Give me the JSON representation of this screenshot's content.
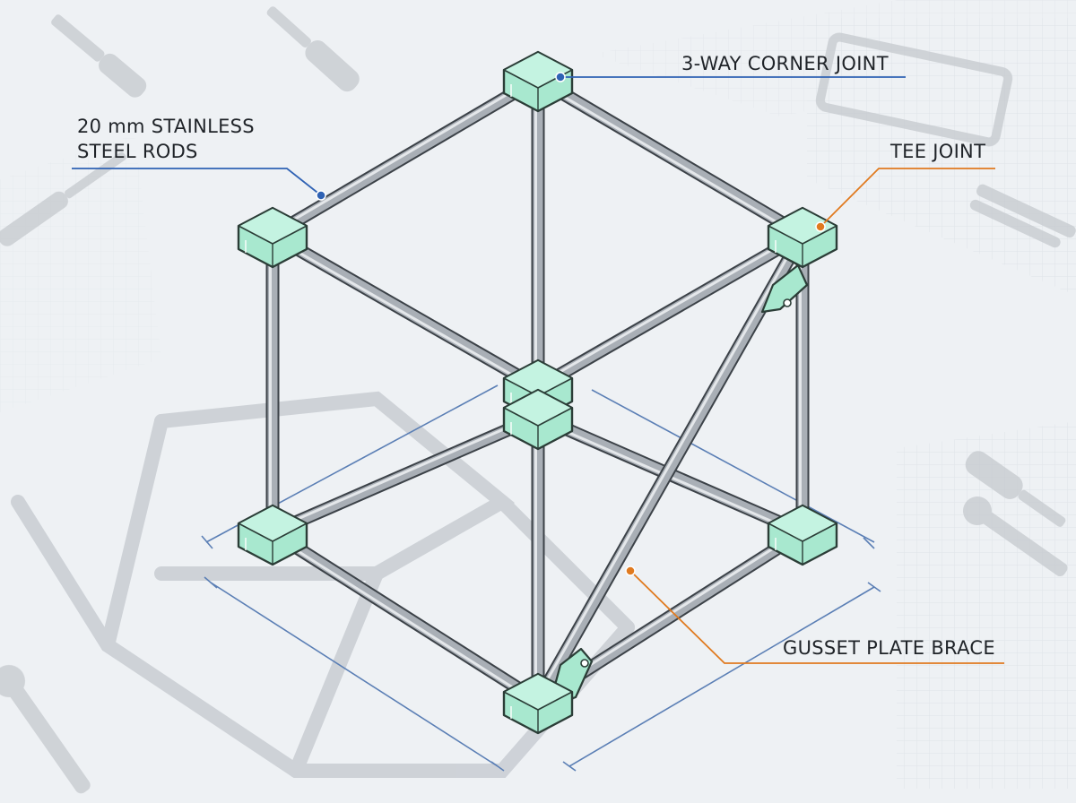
{
  "labels": {
    "rods_line1": "20 mm STAINLESS",
    "rods_line2": "STEEL RODS",
    "corner_joint": "3-WAY CORNER JOINT",
    "tee_joint": "TEE JOINT",
    "gusset_brace": "GUSSET PLATE BRACE"
  },
  "colors": {
    "background": "#eef1f4",
    "rod": "#a9afb6",
    "rod_highlight": "#e4e7ea",
    "rod_outline": "#3c4248",
    "joint": "#a8e8cf",
    "joint_outline": "#2b3d37",
    "leader_blue": "#2f62b4",
    "leader_orange": "#e07a1f",
    "dimension": "#5b7fb5",
    "shadow": "#c8cdd2",
    "tool_silhouette": "#c5c9ce",
    "grid": "#dde2e7"
  }
}
